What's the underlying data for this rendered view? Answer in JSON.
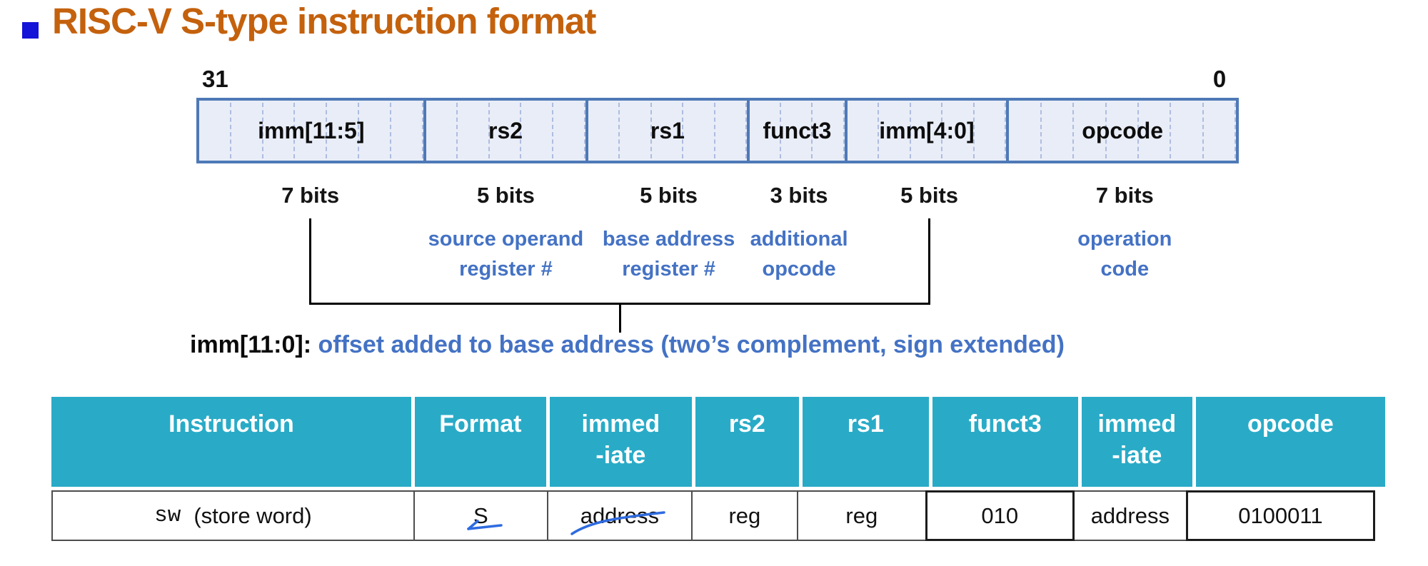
{
  "title": "RISC-V S-type instruction format",
  "diagram": {
    "bit_index_left": "31",
    "bit_index_right": "0",
    "fields": [
      {
        "name": "imm[11:5]",
        "bits": 7,
        "bits_label": "7 bits",
        "desc": []
      },
      {
        "name": "rs2",
        "bits": 5,
        "bits_label": "5 bits",
        "desc": [
          "source operand",
          "register #"
        ]
      },
      {
        "name": "rs1",
        "bits": 5,
        "bits_label": "5 bits",
        "desc": [
          "base address",
          "register #"
        ]
      },
      {
        "name": "funct3",
        "bits": 3,
        "bits_label": "3 bits",
        "desc": [
          "additional",
          "opcode"
        ]
      },
      {
        "name": "imm[4:0]",
        "bits": 5,
        "bits_label": "5 bits",
        "desc": []
      },
      {
        "name": "opcode",
        "bits": 7,
        "bits_label": "7 bits",
        "desc": [
          "operation",
          "code"
        ]
      }
    ],
    "bracket_from_field": 0,
    "bracket_to_field": 4,
    "imm_note_label": "imm[11:0]:",
    "imm_note_text": " offset added to base address (two’s complement, sign extended)"
  },
  "table": {
    "headers": [
      [
        "Instruction"
      ],
      [
        "Format"
      ],
      [
        "immed",
        "-iate"
      ],
      [
        "rs2"
      ],
      [
        "rs1"
      ],
      [
        "funct3"
      ],
      [
        "immed",
        "-iate"
      ],
      [
        "opcode"
      ]
    ],
    "row": {
      "instruction_code": "sw",
      "instruction_desc": "(store word)",
      "cells": [
        "S",
        "address",
        "reg",
        "reg",
        "010",
        "address",
        "0100011"
      ],
      "emphasized_cells": [
        4,
        6
      ]
    }
  },
  "annotations": [
    "ink-arrow-under-format-s",
    "ink-strike-through-immediate-address"
  ],
  "colors": {
    "title_orange": "#C4610D",
    "bullet_blue": "#1413D8",
    "field_fill": "#E9EDF7",
    "field_border": "#4E79B7",
    "field_dash": "#AEBCE0",
    "label_blue": "#4472C4",
    "header_teal": "#29ABC7",
    "ink_blue": "#2E6BE0"
  }
}
